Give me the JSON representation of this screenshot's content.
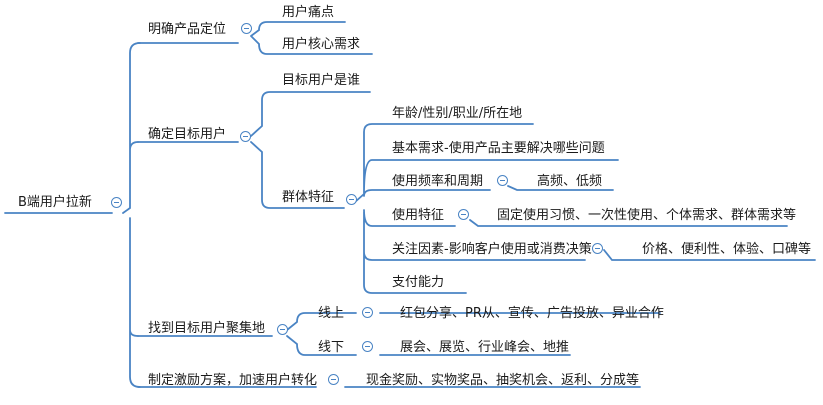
{
  "mindmap": {
    "root": "B端用户拉新",
    "branches": [
      {
        "label": "明确产品定位",
        "children": [
          {
            "label": "用户痛点"
          },
          {
            "label": "用户核心需求"
          }
        ]
      },
      {
        "label": "确定目标用户",
        "children": [
          {
            "label": "目标用户是谁"
          },
          {
            "label": "群体特征",
            "children": [
              {
                "label": "年龄/性别/职业/所在地"
              },
              {
                "label": "基本需求-使用产品主要解决哪些问题"
              },
              {
                "label": "使用频率和周期",
                "detail": "高频、低频"
              },
              {
                "label": "使用特征",
                "detail": "固定使用习惯、一次性使用、个体需求、群体需求等"
              },
              {
                "label": "关注因素-影响客户使用或消费决策",
                "detail": "价格、便利性、体验、口碑等"
              },
              {
                "label": "支付能力"
              }
            ]
          }
        ]
      },
      {
        "label": "找到目标用户聚集地",
        "children": [
          {
            "label": "线上",
            "detail": "红包分享、PR从、宣传、广告投放、异业合作"
          },
          {
            "label": "线下",
            "detail": "展会、展览、行业峰会、地推"
          }
        ]
      },
      {
        "label": "制定激励方案，加速用户转化",
        "detail": "现金奖励、实物奖品、抽奖机会、返利、分成等"
      }
    ]
  },
  "colors": {
    "line": "#4a84c4",
    "text": "#1a1a1a",
    "background": "#ffffff"
  },
  "icons": {
    "collapse_toggle": "minus-circle-icon"
  }
}
